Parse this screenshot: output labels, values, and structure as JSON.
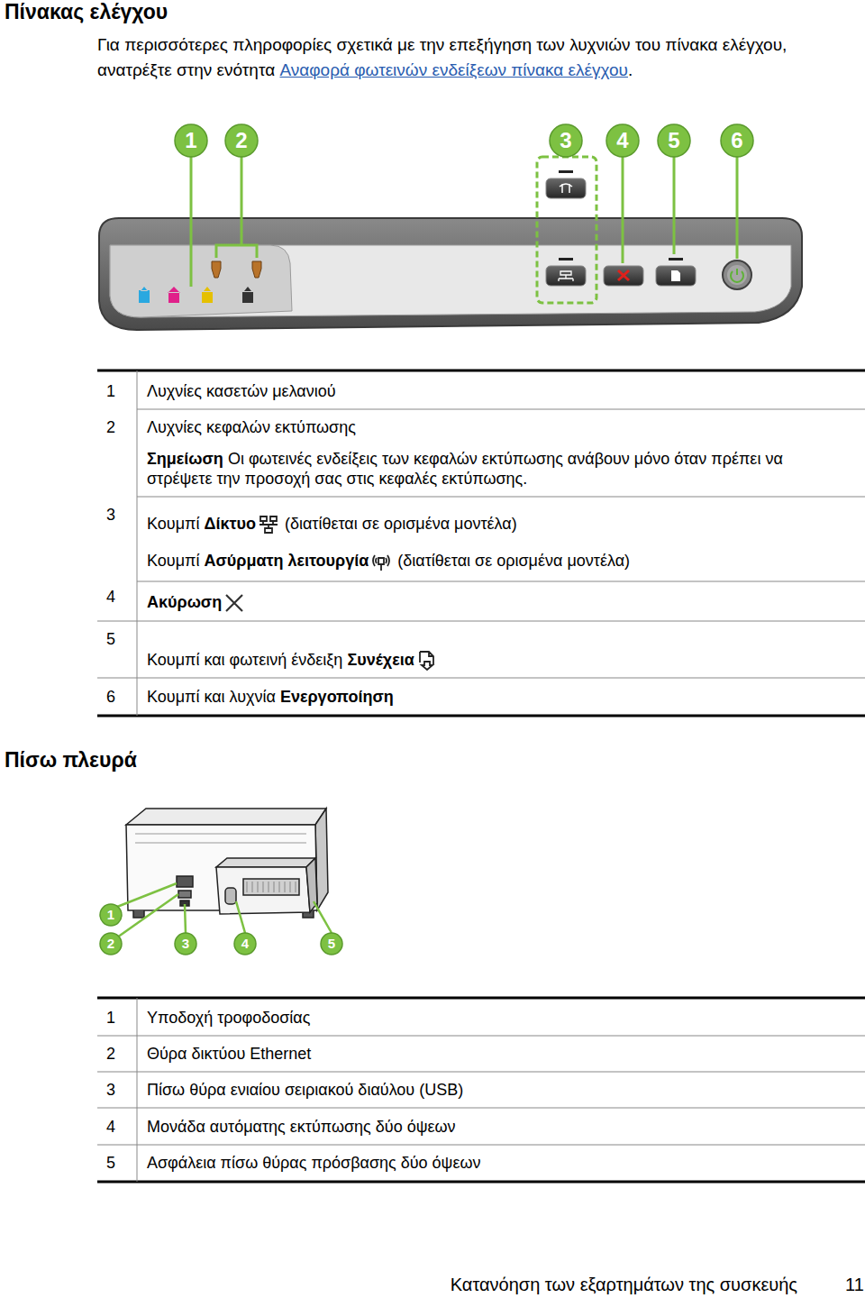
{
  "diagram": {
    "title": "Πίνακας ελέγχου",
    "labels": [
      "Για περισσότερες πληροφορίες σχετικά με την επεξήγηση των λυχνιών του πίνακα ελέγχου, ανατρέξτε στην ενότητα",
      "Αναφορά φωτεινών ενδείξεων πίνακα ελέγχου",
      ".",
      "1",
      "2",
      "3",
      "4",
      "5",
      "6",
      "1",
      "Λυχνίες κασετών μελανιού",
      "2",
      "Λυχνίες κεφαλών εκτύπωσης",
      "Σημείωση",
      "Οι φωτεινές ενδείξεις των κεφαλών εκτύπωσης ανάβουν μόνο όταν πρέπει να στρέψετε την προσοχή σας στις κεφαλές εκτύπωσης.",
      "3",
      "Κουμπί",
      "Δίκτυο",
      "(διατίθεται σε ορισμένα μοντέλα)",
      "Κουμπί",
      "Ασύρματη λειτουργία",
      "(διατίθεται σε ορισμένα μοντέλα)",
      "4",
      "Ακύρωση",
      "5",
      "Κουμπί και φωτεινή ένδειξη",
      "Συνέχεια",
      "6",
      "Κουμπί και λυχνία",
      "Ενεργοποίηση",
      "Πίσω πλευρά",
      "1",
      "2",
      "3",
      "4",
      "5",
      "1",
      "Υποδοχή τροφοδοσίας",
      "2",
      "Θύρα δικτύου Ethernet",
      "3",
      "Πίσω θύρα ενιαίου σειριακού διαύλου (USB)",
      "4",
      "Μονάδα αυτόματης εκτύπωσης δύο όψεων",
      "5",
      "Ασφάλεια πίσω θύρας πρόσβασης δύο όψεων",
      "Κατανόηση των εξαρτημάτων της συσκευής",
      "11"
    ]
  }
}
